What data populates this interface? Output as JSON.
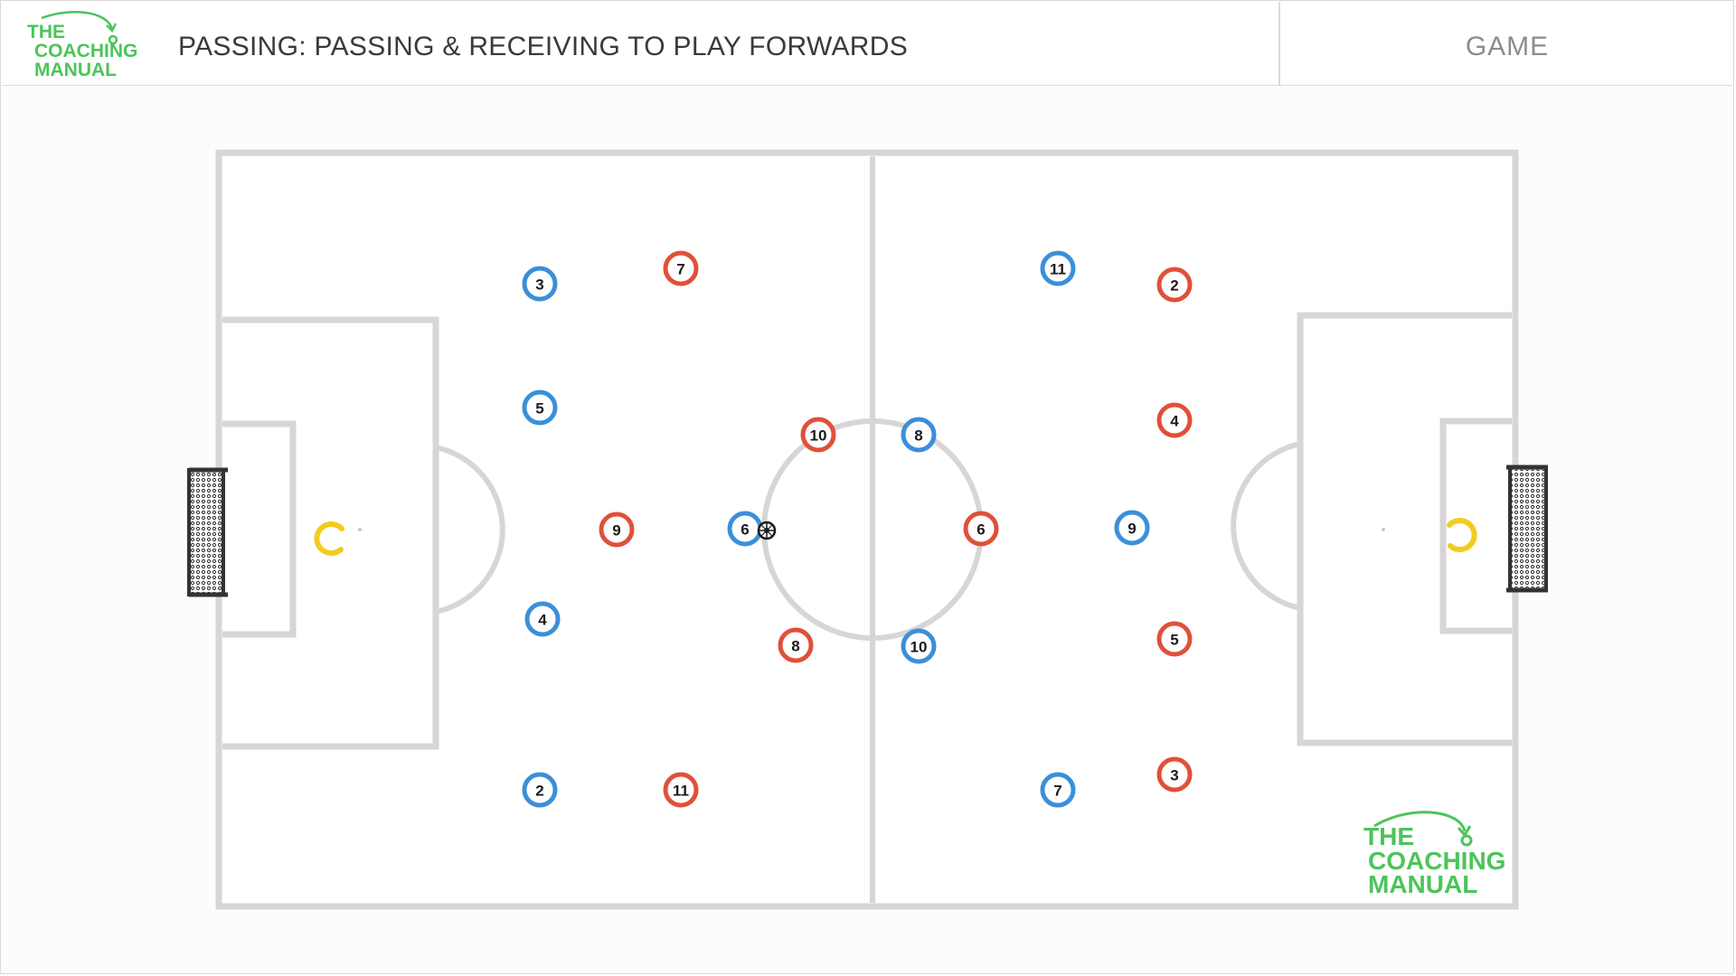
{
  "header": {
    "logo": {
      "line1": "THE",
      "line2": "COACHING",
      "line3": "MANUAL"
    },
    "title": "PASSING: PASSING & RECEIVING TO PLAY FORWARDS",
    "mode": "GAME"
  },
  "watermark": {
    "line1": "THE",
    "line2": "COACHING",
    "line3": "MANUAL"
  },
  "colors": {
    "blue_team": "#3b8fd9",
    "red_team": "#e0503a",
    "goalkeeper": "#f2cc1f",
    "pitch_lines": "#d6d6d6",
    "logo_green": "#4cc45a"
  },
  "teams": {
    "blue": [
      "3",
      "5",
      "4",
      "2",
      "6",
      "8",
      "10",
      "11",
      "9",
      "7"
    ],
    "red": [
      "7",
      "9",
      "10",
      "8",
      "11",
      "6",
      "2",
      "4",
      "5",
      "3"
    ]
  },
  "ball": {
    "holder": "blue 6",
    "icon": "football-icon"
  }
}
